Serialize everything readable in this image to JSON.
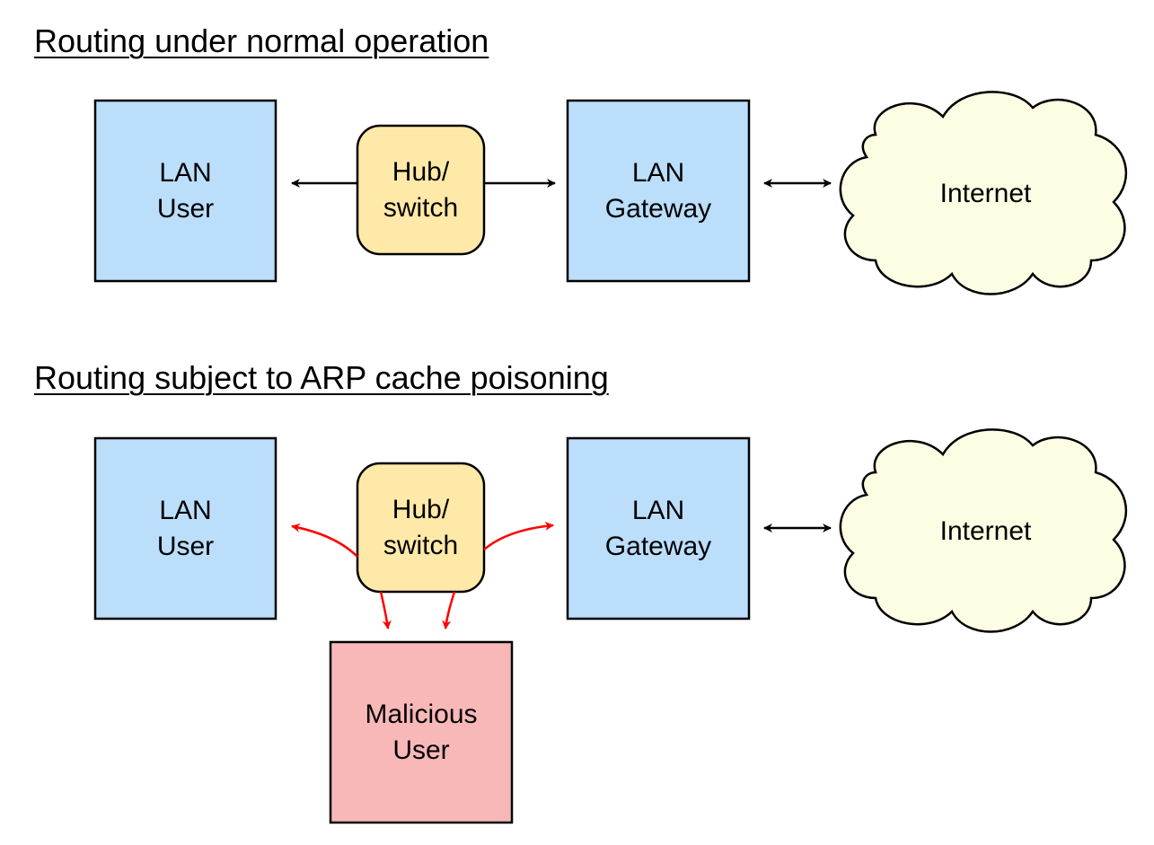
{
  "sections": [
    {
      "title": "Routing under normal operation",
      "lan_user": [
        "LAN",
        "User"
      ],
      "hub": [
        "Hub/",
        "switch"
      ],
      "gateway": [
        "LAN",
        "Gateway"
      ],
      "internet": "Internet"
    },
    {
      "title": "Routing subject to ARP cache poisoning",
      "lan_user": [
        "LAN",
        "User"
      ],
      "hub": [
        "Hub/",
        "switch"
      ],
      "gateway": [
        "LAN",
        "Gateway"
      ],
      "internet": "Internet",
      "malicious_user": [
        "Malicious",
        "User"
      ]
    }
  ],
  "colors": {
    "host_fill": "#bbdefb",
    "hub_fill": "#ffe9a8",
    "cloud_fill": "#fdfde3",
    "malicious_fill": "#f9b8b8",
    "normal_arrow": "#000000",
    "poison_arrow": "#ff0000"
  }
}
